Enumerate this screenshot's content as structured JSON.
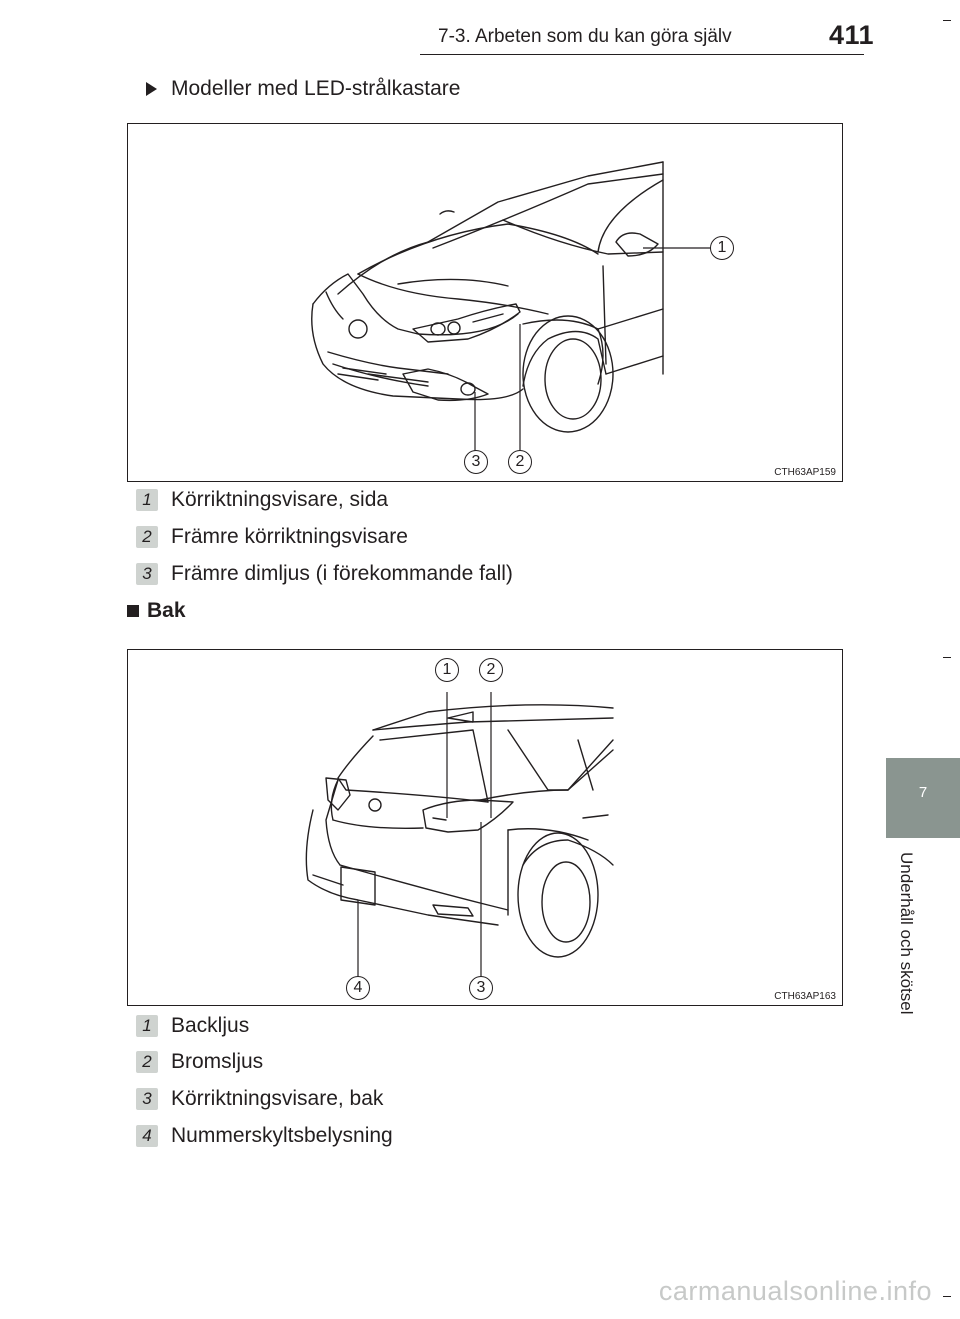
{
  "header": {
    "title": "7-3. Arbeten som du kan göra själv",
    "page_number": "411"
  },
  "side_tab": {
    "chapter_number": "7",
    "chapter_label": "Underhåll och skötsel"
  },
  "subsection": {
    "title": "Modeller med LED-strålkastare"
  },
  "figure_front": {
    "code": "CTH63AP159",
    "callouts": [
      "1",
      "2",
      "3"
    ],
    "legend": [
      {
        "num": "1",
        "text": "Körriktningsvisare, sida"
      },
      {
        "num": "2",
        "text": "Främre körriktningsvisare"
      },
      {
        "num": "3",
        "text": "Främre dimljus (i förekommande fall)"
      }
    ]
  },
  "section": {
    "title": "Bak"
  },
  "figure_rear": {
    "code": "CTH63AP163",
    "callouts": [
      "1",
      "2",
      "3",
      "4"
    ],
    "legend": [
      {
        "num": "1",
        "text": "Backljus"
      },
      {
        "num": "2",
        "text": "Bromsljus"
      },
      {
        "num": "3",
        "text": "Körriktningsvisare, bak"
      },
      {
        "num": "4",
        "text": "Nummerskyltsbelysning"
      }
    ]
  },
  "watermark": "carmanualsonline.info"
}
